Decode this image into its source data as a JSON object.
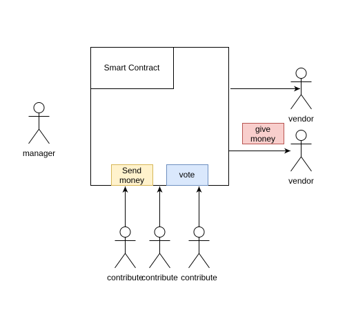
{
  "diagram": {
    "contract_label": "Smart Contract",
    "send_money_label": "Send money",
    "vote_label": "vote",
    "give_money_label": "give money",
    "actors": {
      "manager": "manager",
      "vendor_top": "vendor",
      "vendor_bottom": "vendor",
      "contributor_1": "contribute",
      "contributor_2": "contribute",
      "contributor_3": "contribute"
    },
    "colors": {
      "stroke": "#000000",
      "send_money_fill": "#fff2cc",
      "send_money_stroke": "#d6b656",
      "vote_fill": "#dae8fc",
      "vote_stroke": "#6c8ebf",
      "give_money_fill": "#f8cecc",
      "give_money_stroke": "#b85450"
    }
  }
}
